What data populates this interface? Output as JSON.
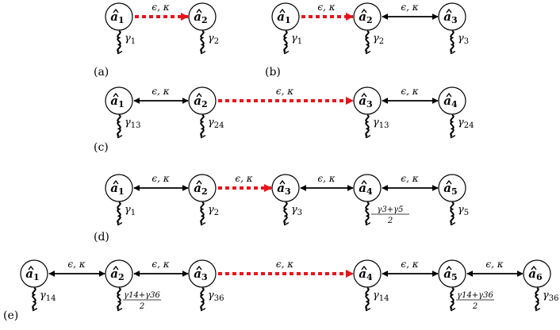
{
  "colors": {
    "node_stroke": "#000000",
    "arrow": "#000000",
    "nonreciprocal": "#e8141c"
  },
  "icons": {
    "decay": "wavy-decay-arrow-icon",
    "link": "double-headed-arrow-icon",
    "nr_link": "dashed-red-arrow-icon"
  },
  "panels": [
    {
      "label": "(a)",
      "nodes": [
        {
          "mode": "a",
          "index": "1",
          "decay": "γ",
          "decay_sub": "1"
        },
        {
          "mode": "a",
          "index": "2",
          "decay": "γ",
          "decay_sub": "2"
        }
      ],
      "links": [
        {
          "from": 0,
          "to": 1,
          "type": "nonreciprocal",
          "label": "ϵ, κ"
        }
      ]
    },
    {
      "label": "(b)",
      "nodes": [
        {
          "mode": "a",
          "index": "1",
          "decay": "γ",
          "decay_sub": "1"
        },
        {
          "mode": "a",
          "index": "2",
          "decay": "γ",
          "decay_sub": "2"
        },
        {
          "mode": "a",
          "index": "3",
          "decay": "γ",
          "decay_sub": "3"
        }
      ],
      "links": [
        {
          "from": 0,
          "to": 1,
          "type": "nonreciprocal",
          "label": "ϵ, κ"
        },
        {
          "from": 1,
          "to": 2,
          "type": "reciprocal",
          "label": "ϵ, κ"
        }
      ]
    },
    {
      "label": "(c)",
      "nodes": [
        {
          "mode": "a",
          "index": "1",
          "decay": "γ",
          "decay_sub": "13"
        },
        {
          "mode": "a",
          "index": "2",
          "decay": "γ",
          "decay_sub": "24"
        },
        {
          "mode": "a",
          "index": "3",
          "decay": "γ",
          "decay_sub": "13"
        },
        {
          "mode": "a",
          "index": "4",
          "decay": "γ",
          "decay_sub": "24"
        }
      ],
      "links": [
        {
          "from": 0,
          "to": 1,
          "type": "reciprocal",
          "label": "ϵ, κ"
        },
        {
          "from": 1,
          "to": 2,
          "type": "nonreciprocal",
          "label": "ϵ, κ"
        },
        {
          "from": 2,
          "to": 3,
          "type": "reciprocal",
          "label": "ϵ, κ"
        }
      ]
    },
    {
      "label": "(d)",
      "nodes": [
        {
          "mode": "a",
          "index": "1",
          "decay": "γ",
          "decay_sub": "1"
        },
        {
          "mode": "a",
          "index": "2",
          "decay": "γ",
          "decay_sub": "2"
        },
        {
          "mode": "a",
          "index": "3",
          "decay": "γ",
          "decay_sub": "3"
        },
        {
          "mode": "a",
          "index": "4",
          "decay_frac_num": "γ3+γ5",
          "decay_frac_den": "2"
        },
        {
          "mode": "a",
          "index": "5",
          "decay": "γ",
          "decay_sub": "5"
        }
      ],
      "links": [
        {
          "from": 0,
          "to": 1,
          "type": "reciprocal",
          "label": "ϵ, κ"
        },
        {
          "from": 1,
          "to": 2,
          "type": "nonreciprocal",
          "label": "ϵ, κ"
        },
        {
          "from": 2,
          "to": 3,
          "type": "reciprocal",
          "label": "ϵ, κ"
        },
        {
          "from": 3,
          "to": 4,
          "type": "reciprocal",
          "label": "ϵ, κ"
        }
      ]
    },
    {
      "label": "(e)",
      "nodes": [
        {
          "mode": "a",
          "index": "1",
          "decay": "γ",
          "decay_sub": "14"
        },
        {
          "mode": "a",
          "index": "2",
          "decay_frac_num": "γ14+γ36",
          "decay_frac_den": "2"
        },
        {
          "mode": "a",
          "index": "3",
          "decay": "γ",
          "decay_sub": "36"
        },
        {
          "mode": "a",
          "index": "4",
          "decay": "γ",
          "decay_sub": "14"
        },
        {
          "mode": "a",
          "index": "5",
          "decay_frac_num": "γ14+γ36",
          "decay_frac_den": "2"
        },
        {
          "mode": "a",
          "index": "6",
          "decay": "γ",
          "decay_sub": "36"
        }
      ],
      "links": [
        {
          "from": 0,
          "to": 1,
          "type": "reciprocal",
          "label": "ϵ, κ"
        },
        {
          "from": 1,
          "to": 2,
          "type": "reciprocal",
          "label": "ϵ, κ"
        },
        {
          "from": 2,
          "to": 3,
          "type": "nonreciprocal",
          "label": "ϵ, κ"
        },
        {
          "from": 3,
          "to": 4,
          "type": "reciprocal",
          "label": "ϵ, κ"
        },
        {
          "from": 4,
          "to": 5,
          "type": "reciprocal",
          "label": "ϵ, κ"
        }
      ]
    }
  ]
}
